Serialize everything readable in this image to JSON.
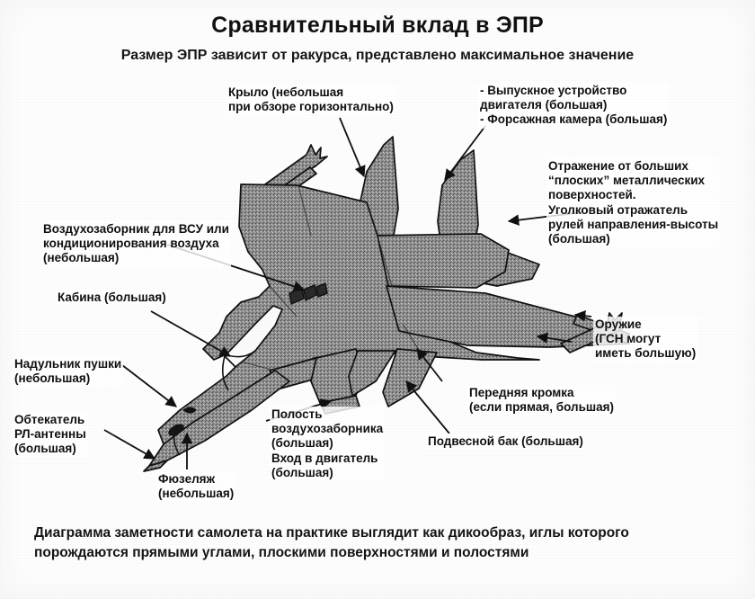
{
  "header": {
    "title": "Сравнительный вклад в ЭПР",
    "subtitle": "Размер ЭПР зависит от ракурса, представлено максимальное значение"
  },
  "footer": {
    "note": "Диаграмма заметности самолета на практике выглядит как дикообраз, иглы которого порождаются прямыми углами, плоскими поверхностями и полостями"
  },
  "diagram": {
    "subject": "fighter-aircraft-planform",
    "fill_color": "#8a8a8a",
    "outline_color": "#101010",
    "canopy_color": "#fdfdfd"
  },
  "callouts": [
    {
      "id": "wing",
      "text": "Крыло (небольшая\nпри обзоре горизонтально)"
    },
    {
      "id": "engine-exhaust",
      "text": "- Выпускное устройство\nдвигателя (большая)\n- Форсажная камера (большая)"
    },
    {
      "id": "flat-surfaces",
      "text": "Отражение от больших\n“плоских” металлических\nповерхностей.\nУголковый отражатель\nрулей направления-высоты\n(большая)"
    },
    {
      "id": "apu-intake",
      "text": "Воздухозаборник для ВСУ или\nкондиционирования воздуха\n(небольшая)"
    },
    {
      "id": "cockpit",
      "text": "Кабина (большая)"
    },
    {
      "id": "gun-muzzle",
      "text": "Надульник пушки\n(небольшая)"
    },
    {
      "id": "radome",
      "text": "Обтекатель\nРЛ-антенны\n(большая)"
    },
    {
      "id": "fuselage",
      "text": "Фюзеляж\n(небольшая)"
    },
    {
      "id": "intake-cavity",
      "text": "Полость\nвоздухозаборника\n(большая)\nВход в двигатель\n(большая)"
    },
    {
      "id": "drop-tank",
      "text": "Подвесной бак (большая)"
    },
    {
      "id": "leading-edge",
      "text": "Передняя кромка\n(если прямая, большая)"
    },
    {
      "id": "weapons",
      "text": "Оружие\n(ГСН могут\nиметь большую)"
    }
  ]
}
